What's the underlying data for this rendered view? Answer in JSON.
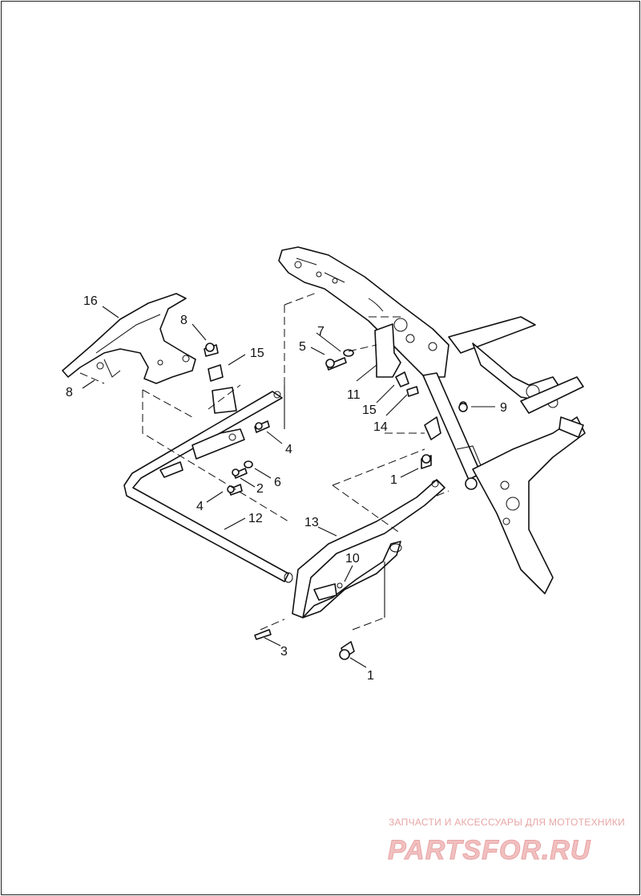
{
  "callouts": {
    "c1a": "1",
    "c1b": "1",
    "c2": "2",
    "c3": "3",
    "c4a": "4",
    "c4b": "4",
    "c5": "5",
    "c6": "6",
    "c7": "7",
    "c8a": "8",
    "c8b": "8",
    "c9": "9",
    "c10": "10",
    "c11": "11",
    "c12": "12",
    "c13": "13",
    "c14": "14",
    "c15a": "15",
    "c15b": "15",
    "c16": "16"
  },
  "watermark": {
    "caption": "ЗАПЧАСТИ И АКСЕССУАРЫ ДЛЯ МОТОТЕХНИКИ",
    "logo": "PARTSFOR.RU"
  }
}
